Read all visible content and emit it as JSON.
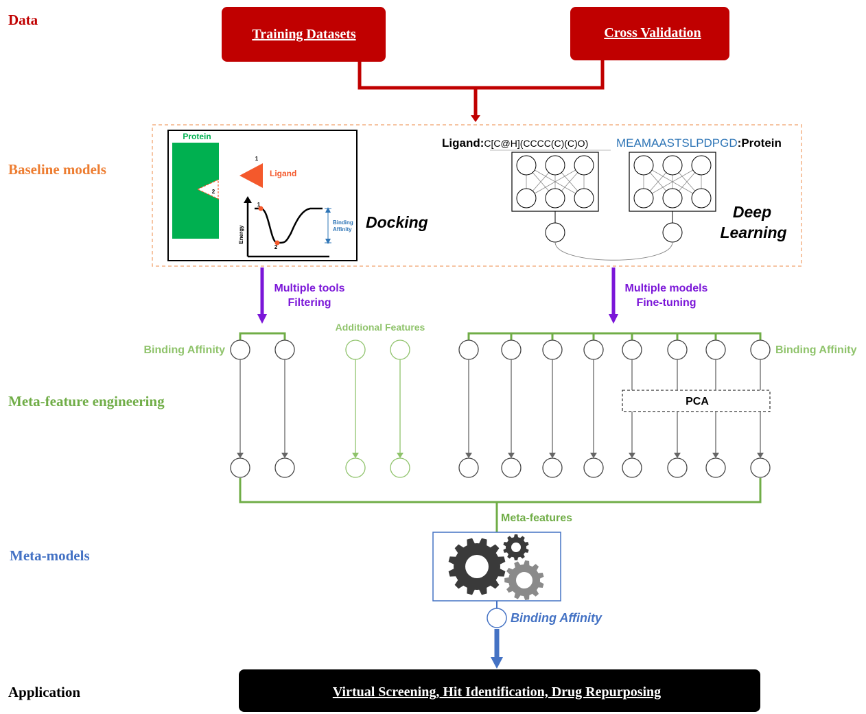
{
  "stages": {
    "data": "Data",
    "baseline": "Baseline models",
    "meta_feature": "Meta-feature engineering",
    "meta_models": "Meta-models",
    "application": "Application"
  },
  "data_boxes": {
    "training": "Training Datasets",
    "cross_validation": "Cross Validation"
  },
  "docking": {
    "protein": "Protein",
    "ligand": "Ligand",
    "point1": "1",
    "point2": "2",
    "energy_axis": "Energy",
    "binding_affinity_line1": "Binding",
    "binding_affinity_line2": "Affinity",
    "title": "Docking"
  },
  "deep_learning": {
    "ligand_label": "Ligand:",
    "smiles": "C[C@H](CCCC(C)(C)O)",
    "sequence": "MEAMAASTSLPDPGD",
    "protein_label": ":Protein",
    "title_line1": "Deep",
    "title_line2": "Learning"
  },
  "branches": {
    "left_line1": "Multiple tools",
    "left_line2": "Filtering",
    "right_line1": "Multiple models",
    "right_line2": "Fine-tuning",
    "additional_features": "Additional Features",
    "binding_affinity_left": "Binding Affinity",
    "binding_affinity_right": "Binding Affinity",
    "pca": "PCA"
  },
  "meta": {
    "meta_features": "Meta-features",
    "output": "Binding Affinity"
  },
  "application_box": "Virtual Screening, Hit Identification, Drug Repurposing",
  "colors": {
    "data_red": "#c00000",
    "baseline_orange": "#ed7d31",
    "meta_green": "#70ad47",
    "light_green": "#8fc36b",
    "meta_blue": "#4472c4",
    "purple": "#7b16d8",
    "protein_green": "#00b050",
    "ligand_orange": "#f4592c",
    "seq_blue": "#2e75b6"
  }
}
